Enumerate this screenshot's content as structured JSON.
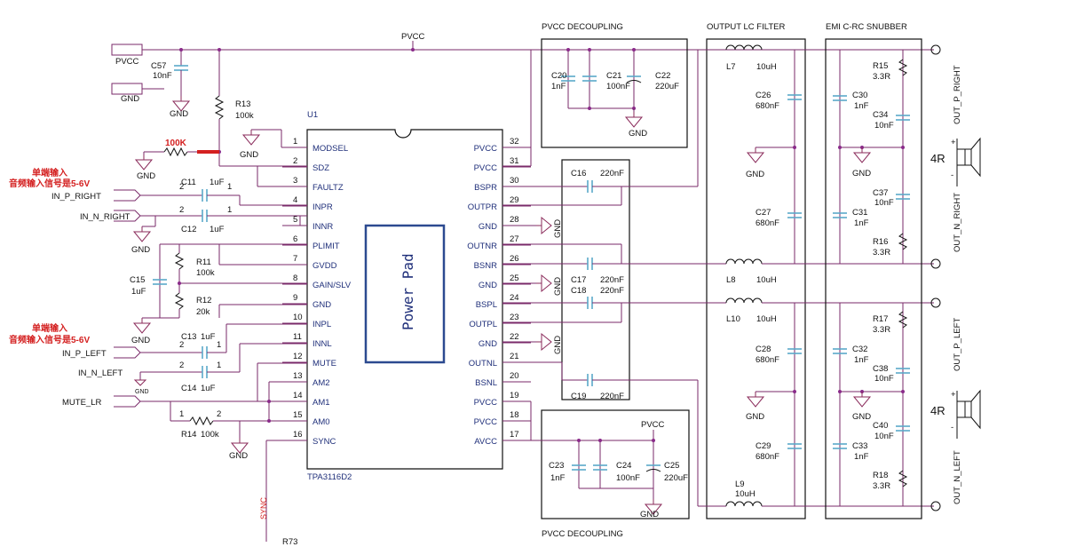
{
  "chip": {
    "ref": "U1",
    "part": "TPA3116D2",
    "pad_label": "Power Pad",
    "left_pins": [
      {
        "num": "1",
        "name": "MODSEL"
      },
      {
        "num": "2",
        "name": "SDZ"
      },
      {
        "num": "3",
        "name": "FAULTZ"
      },
      {
        "num": "4",
        "name": "INPR"
      },
      {
        "num": "5",
        "name": "INNR"
      },
      {
        "num": "6",
        "name": "PLIMIT"
      },
      {
        "num": "7",
        "name": "GVDD"
      },
      {
        "num": "8",
        "name": "GAIN/SLV"
      },
      {
        "num": "9",
        "name": "GND"
      },
      {
        "num": "10",
        "name": "INPL"
      },
      {
        "num": "11",
        "name": "INNL"
      },
      {
        "num": "12",
        "name": "MUTE"
      },
      {
        "num": "13",
        "name": "AM2"
      },
      {
        "num": "14",
        "name": "AM1"
      },
      {
        "num": "15",
        "name": "AM0"
      },
      {
        "num": "16",
        "name": "SYNC"
      }
    ],
    "right_pins": [
      {
        "num": "32",
        "name": "PVCC"
      },
      {
        "num": "31",
        "name": "PVCC"
      },
      {
        "num": "30",
        "name": "BSPR"
      },
      {
        "num": "29",
        "name": "OUTPR"
      },
      {
        "num": "28",
        "name": "GND"
      },
      {
        "num": "27",
        "name": "OUTNR"
      },
      {
        "num": "26",
        "name": "BSNR"
      },
      {
        "num": "25",
        "name": "GND"
      },
      {
        "num": "24",
        "name": "BSPL"
      },
      {
        "num": "23",
        "name": "OUTPL"
      },
      {
        "num": "22",
        "name": "GND"
      },
      {
        "num": "21",
        "name": "OUTNL"
      },
      {
        "num": "20",
        "name": "BSNL"
      },
      {
        "num": "19",
        "name": "PVCC"
      },
      {
        "num": "18",
        "name": "PVCC"
      },
      {
        "num": "17",
        "name": "AVCC"
      }
    ]
  },
  "section_titles": {
    "pvcc_top": "PVCC DECOUPLING",
    "output_lc": "OUTPUT LC FILTER",
    "snubber": "EMI C-RC SNUBBER",
    "pvcc_bottom": "PVCC DECOUPLING"
  },
  "nets": {
    "pvcc": "PVCC",
    "gnd": "GND",
    "in_p_right": "IN_P_RIGHT",
    "in_n_right": "IN_N_RIGHT",
    "in_p_left": "IN_P_LEFT",
    "in_n_left": "IN_N_LEFT",
    "mute_lr": "MUTE_LR",
    "sync": "SYNC",
    "out_p_right": "OUT_P_RIGHT",
    "out_n_right": "OUT_N_RIGHT",
    "out_p_left": "OUT_P_LEFT",
    "out_n_left": "OUT_N_LEFT",
    "speaker_r": "4R",
    "speaker_l": "4R"
  },
  "notes": {
    "right_input_1": "单端输入",
    "right_input_2": "音频输入信号是5-6V",
    "left_input_1": "单端输入",
    "left_input_2": "音频输入信号是5-6V",
    "red_resistor": "100K"
  },
  "components": {
    "c57": {
      "ref": "C57",
      "value": "10nF"
    },
    "r13": {
      "ref": "R13",
      "value": "100k"
    },
    "c11": {
      "ref": "C11",
      "value": "1uF"
    },
    "c12": {
      "ref": "C12",
      "value": "1uF"
    },
    "r11": {
      "ref": "R11",
      "value": "100k"
    },
    "r12": {
      "ref": "R12",
      "value": "20k"
    },
    "c15": {
      "ref": "C15",
      "value": "1uF"
    },
    "c13": {
      "ref": "C13",
      "value": "1uF"
    },
    "c14": {
      "ref": "C14",
      "value": "1uF"
    },
    "r14": {
      "ref": "R14",
      "value": "100k"
    },
    "r73": {
      "ref": "R73",
      "value": ""
    },
    "c20": {
      "ref": "C20",
      "value": "1nF"
    },
    "c21": {
      "ref": "C21",
      "value": "100nF"
    },
    "c22": {
      "ref": "C22",
      "value": "220uF"
    },
    "c16": {
      "ref": "C16",
      "value": "220nF"
    },
    "c17": {
      "ref": "C17",
      "value": "220nF"
    },
    "c18": {
      "ref": "C18",
      "value": "220nF"
    },
    "c19": {
      "ref": "C19",
      "value": "220nF"
    },
    "c23": {
      "ref": "C23",
      "value": "1nF"
    },
    "c24": {
      "ref": "C24",
      "value": "100nF"
    },
    "c25": {
      "ref": "C25",
      "value": "220uF"
    },
    "l7": {
      "ref": "L7",
      "value": "10uH"
    },
    "l8": {
      "ref": "L8",
      "value": "10uH"
    },
    "l10": {
      "ref": "L10",
      "value": "10uH"
    },
    "l9": {
      "ref": "L9",
      "value": "10uH"
    },
    "c26": {
      "ref": "C26",
      "value": "680nF"
    },
    "c27": {
      "ref": "C27",
      "value": "680nF"
    },
    "c28": {
      "ref": "C28",
      "value": "680nF"
    },
    "c29": {
      "ref": "C29",
      "value": "680nF"
    },
    "r15": {
      "ref": "R15",
      "value": "3.3R"
    },
    "r16": {
      "ref": "R16",
      "value": "3.3R"
    },
    "r17": {
      "ref": "R17",
      "value": "3.3R"
    },
    "r18": {
      "ref": "R18",
      "value": "3.3R"
    },
    "c30": {
      "ref": "C30",
      "value": "1nF"
    },
    "c31": {
      "ref": "C31",
      "value": "1nF"
    },
    "c32": {
      "ref": "C32",
      "value": "1nF"
    },
    "c33": {
      "ref": "C33",
      "value": "1nF"
    },
    "c34": {
      "ref": "C34",
      "value": "10nF"
    },
    "c37": {
      "ref": "C37",
      "value": "10nF"
    },
    "c38": {
      "ref": "C38",
      "value": "10nF"
    },
    "c40": {
      "ref": "C40",
      "value": "10nF"
    }
  }
}
